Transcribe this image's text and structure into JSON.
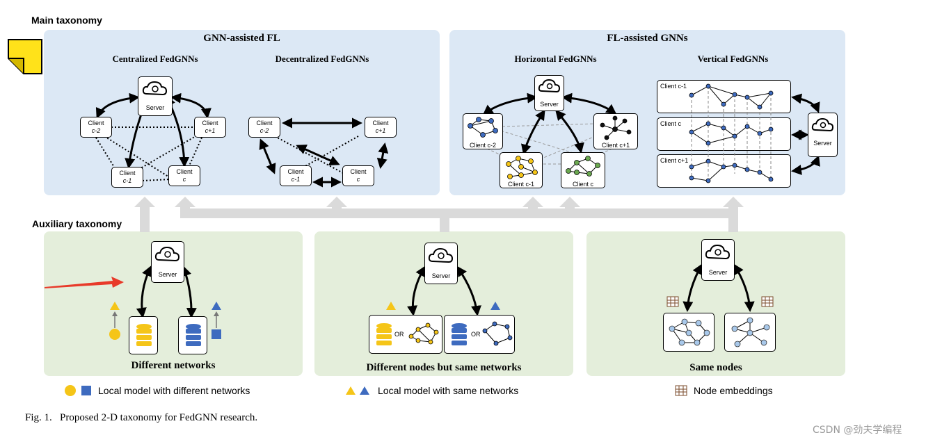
{
  "main_taxonomy_label": "Main taxonomy",
  "auxiliary_taxonomy_label": "Auxiliary taxonomy",
  "gnn_fl": {
    "title": "GNN-assisted FL",
    "centralized": {
      "title": "Centralized FedGNNs",
      "server": "Server",
      "clients": [
        {
          "name": "Client",
          "id": "c-2"
        },
        {
          "name": "Client",
          "id": "c+1"
        },
        {
          "name": "Client",
          "id": "c-1"
        },
        {
          "name": "Client",
          "id": "c"
        }
      ]
    },
    "decentralized": {
      "title": "Decentralized FedGNNs",
      "clients": [
        {
          "name": "Client",
          "id": "c-2"
        },
        {
          "name": "Client",
          "id": "c+1"
        },
        {
          "name": "Client",
          "id": "c-1"
        },
        {
          "name": "Client",
          "id": "c"
        }
      ]
    }
  },
  "fl_gnn": {
    "title": "FL-assisted GNNs",
    "horizontal": {
      "title": "Horizontal FedGNNs",
      "server": "Server",
      "clients": [
        "Client c-2",
        "Client c+1",
        "Client c-1",
        "Client c"
      ]
    },
    "vertical": {
      "title": "Vertical FedGNNs",
      "server": "Server",
      "clients": [
        "Client c-1",
        "Client c",
        "Client c+1"
      ]
    }
  },
  "aux": {
    "different_networks": {
      "title": "Different networks",
      "server": "Server"
    },
    "different_nodes": {
      "title": "Different nodes but same networks",
      "server": "Server",
      "or1": "OR",
      "or2": "OR"
    },
    "same_nodes": {
      "title": "Same nodes",
      "server": "Server"
    }
  },
  "legend": {
    "item1": "Local model with different networks",
    "item2": "Local model with same networks",
    "item3": "Node embeddings"
  },
  "caption": "Fig. 1.   Proposed 2-D taxonomy for FedGNN research.",
  "watermark": "CSDN @劲夫学编程",
  "colors": {
    "panel_blue": "#dce8f5",
    "panel_green": "#e4eedb",
    "yellow": "#f5c518",
    "blue": "#3e6bbf",
    "green": "#6aa84f",
    "arrow_red": "#e83a2a",
    "grey_arrow": "#dadada"
  }
}
